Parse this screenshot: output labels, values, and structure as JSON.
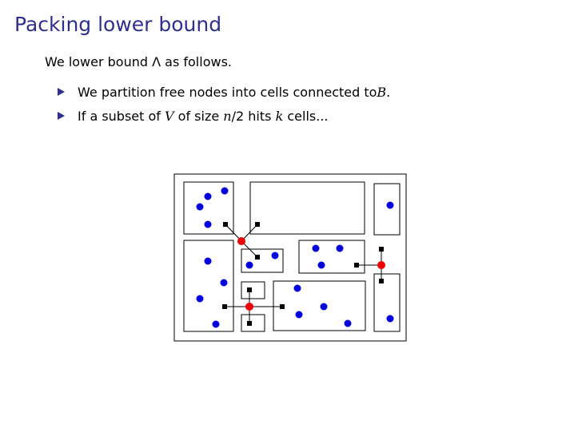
{
  "slide": {
    "title": "Packing lower bound",
    "intro_prefix": "We lower bound ",
    "intro_symbol": "Λ",
    "intro_suffix": " as follows.",
    "bullet1_prefix": "We partition free nodes into cells connected to ",
    "bullet1_var": "B",
    "bullet1_suffix": ".",
    "bullet2_a": "If a subset of ",
    "bullet2_var_v": "V",
    "bullet2_b": " of size ",
    "bullet2_var_n": "n",
    "bullet2_c": "/2 hits ",
    "bullet2_var_k": "k",
    "bullet2_d": " cells..."
  },
  "colors": {
    "title": "#2f2f8f",
    "free_node": "#0000dd",
    "hub_node": "#ee0000",
    "terminal_node": "#000000"
  },
  "diagram": {
    "icons": [
      "bullet-triangle-icon"
    ]
  }
}
